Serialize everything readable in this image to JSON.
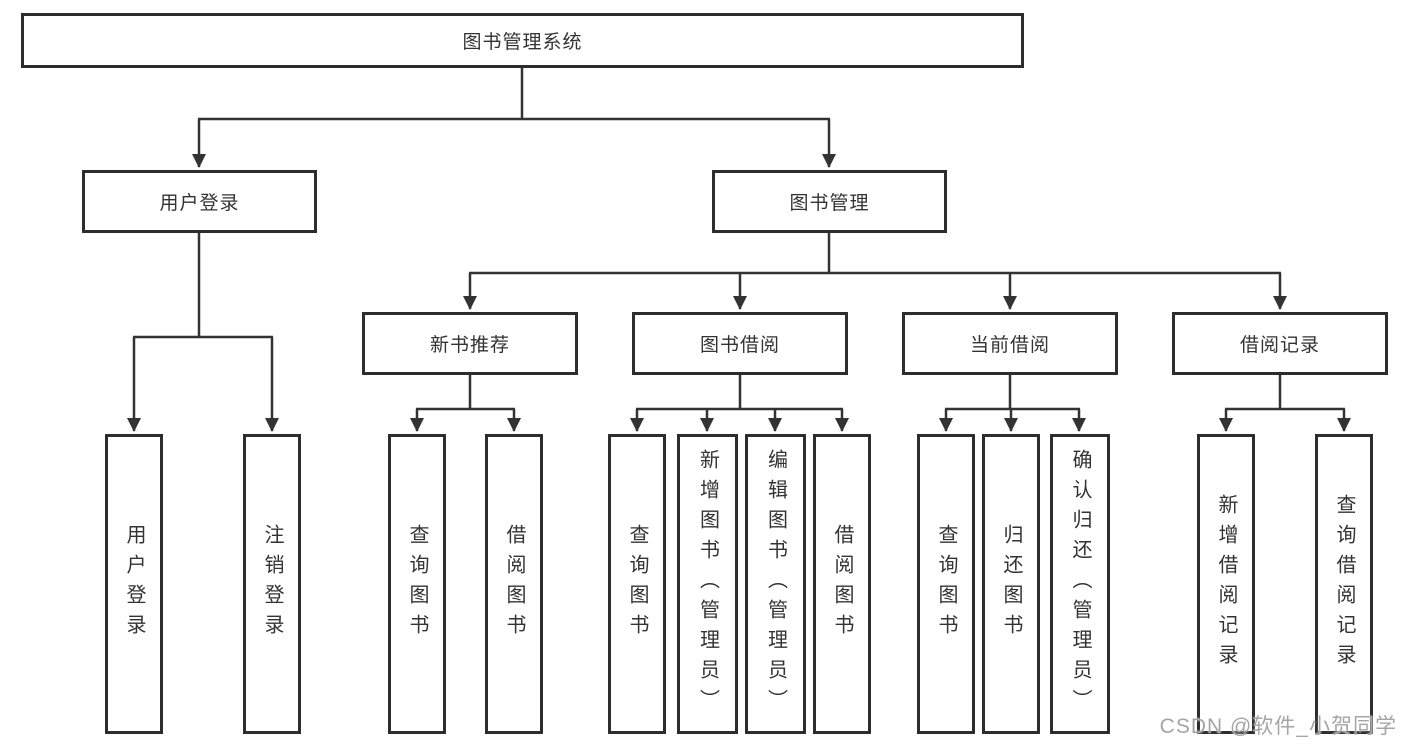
{
  "diagram": {
    "root": {
      "label": "图书管理系统"
    },
    "login": {
      "label": "用户登录",
      "children": [
        {
          "label": "用户登录"
        },
        {
          "label": "注销登录"
        }
      ]
    },
    "manage": {
      "label": "图书管理",
      "groups": [
        {
          "label": "新书推荐",
          "children": [
            {
              "label": "查询图书"
            },
            {
              "label": "借阅图书"
            }
          ]
        },
        {
          "label": "图书借阅",
          "children": [
            {
              "label": "查询图书"
            },
            {
              "label": "新增图书（管理员）"
            },
            {
              "label": "编辑图书（管理员）"
            },
            {
              "label": "借阅图书"
            }
          ]
        },
        {
          "label": "当前借阅",
          "children": [
            {
              "label": "查询图书"
            },
            {
              "label": "归还图书"
            },
            {
              "label": "确认归还（管理员）"
            }
          ]
        },
        {
          "label": "借阅记录",
          "children": [
            {
              "label": "新增借阅记录"
            },
            {
              "label": "查询借阅记录"
            }
          ]
        }
      ]
    }
  },
  "watermark": {
    "text": "CSDN @软件_小贺同学"
  },
  "colors": {
    "line": "#333333",
    "box_border": "#2d2d2d",
    "text": "#333333",
    "watermark": "#a5a5a5",
    "background": "#ffffff"
  }
}
